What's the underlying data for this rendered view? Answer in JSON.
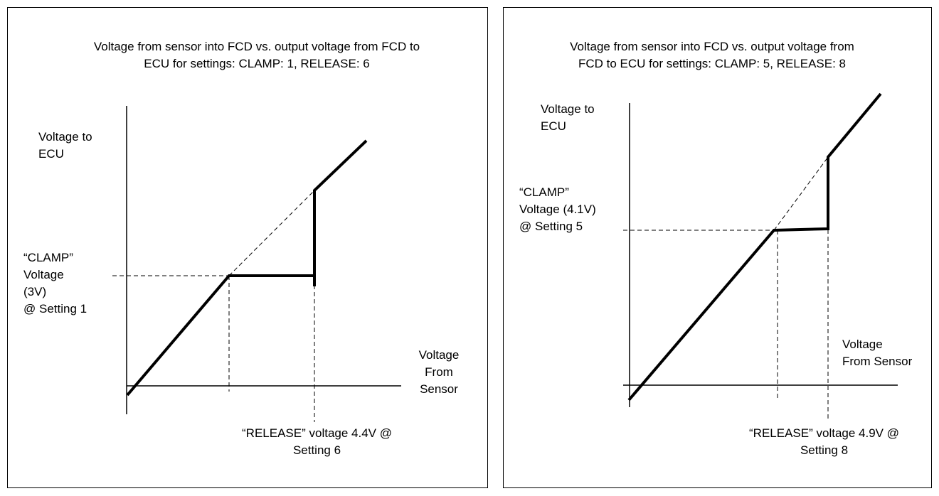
{
  "diagrams": [
    {
      "title": "Voltage from sensor into FCD vs. output voltage from FCD to\nECU for settings:  CLAMP: 1, RELEASE: 6",
      "y_axis_label": "Voltage to\nECU",
      "x_axis_label": "Voltage\nFrom\nSensor",
      "clamp_label": "“CLAMP”\nVoltage\n(3V)\n@ Setting 1",
      "release_label": "“RELEASE” voltage 4.4V @\nSetting 6",
      "clamp_voltage": "3V",
      "clamp_setting": 1,
      "release_voltage": "4.4V",
      "release_setting": 6
    },
    {
      "title": "Voltage from sensor into FCD vs. output voltage from\nFCD to ECU for settings:  CLAMP: 5, RELEASE: 8",
      "y_axis_label": "Voltage to\nECU",
      "x_axis_label": "Voltage\nFrom Sensor",
      "clamp_label": "“CLAMP”\nVoltage (4.1V)\n@ Setting 5",
      "release_label": "“RELEASE” voltage 4.9V @\nSetting 8",
      "clamp_voltage": "4.1V",
      "clamp_setting": 5,
      "release_voltage": "4.9V",
      "release_setting": 8
    }
  ]
}
